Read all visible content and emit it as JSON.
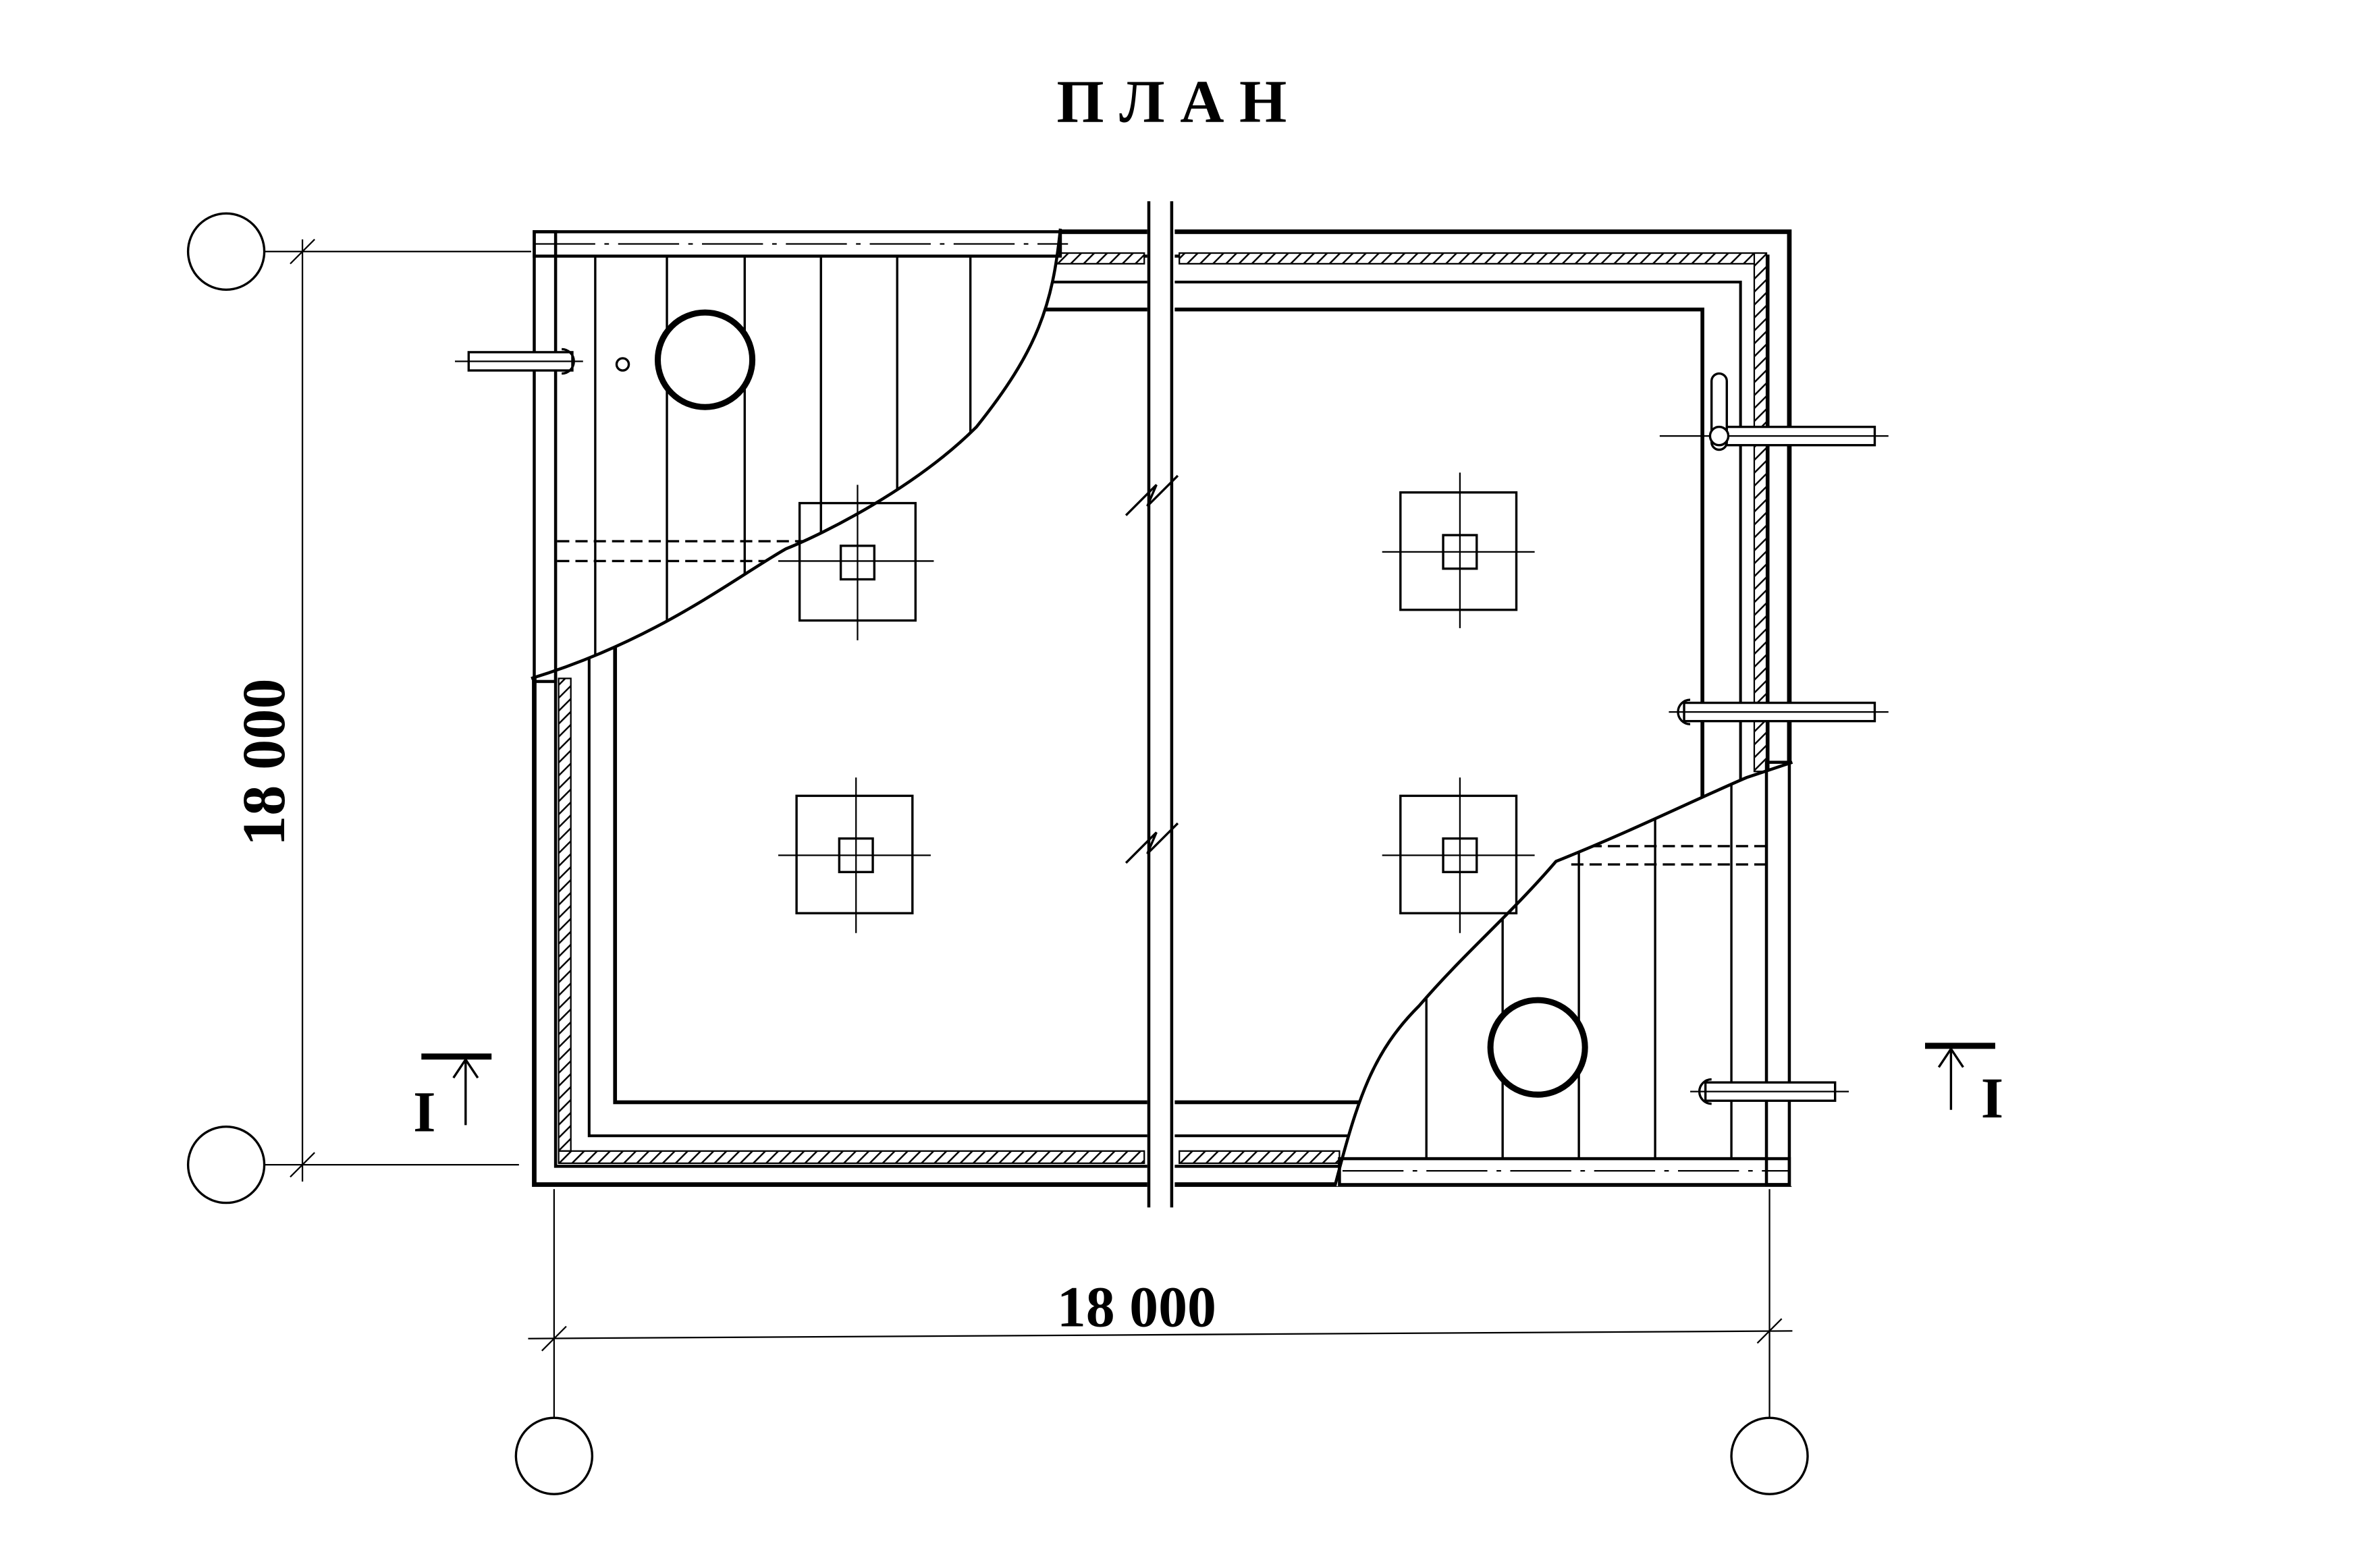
{
  "title": "П Л А Н",
  "dimensions": {
    "horizontal": "18 000",
    "vertical": "18 000"
  },
  "section": {
    "left_label": "I",
    "right_label": "I"
  },
  "colors": {
    "line": "#000000",
    "background": "#ffffff"
  }
}
